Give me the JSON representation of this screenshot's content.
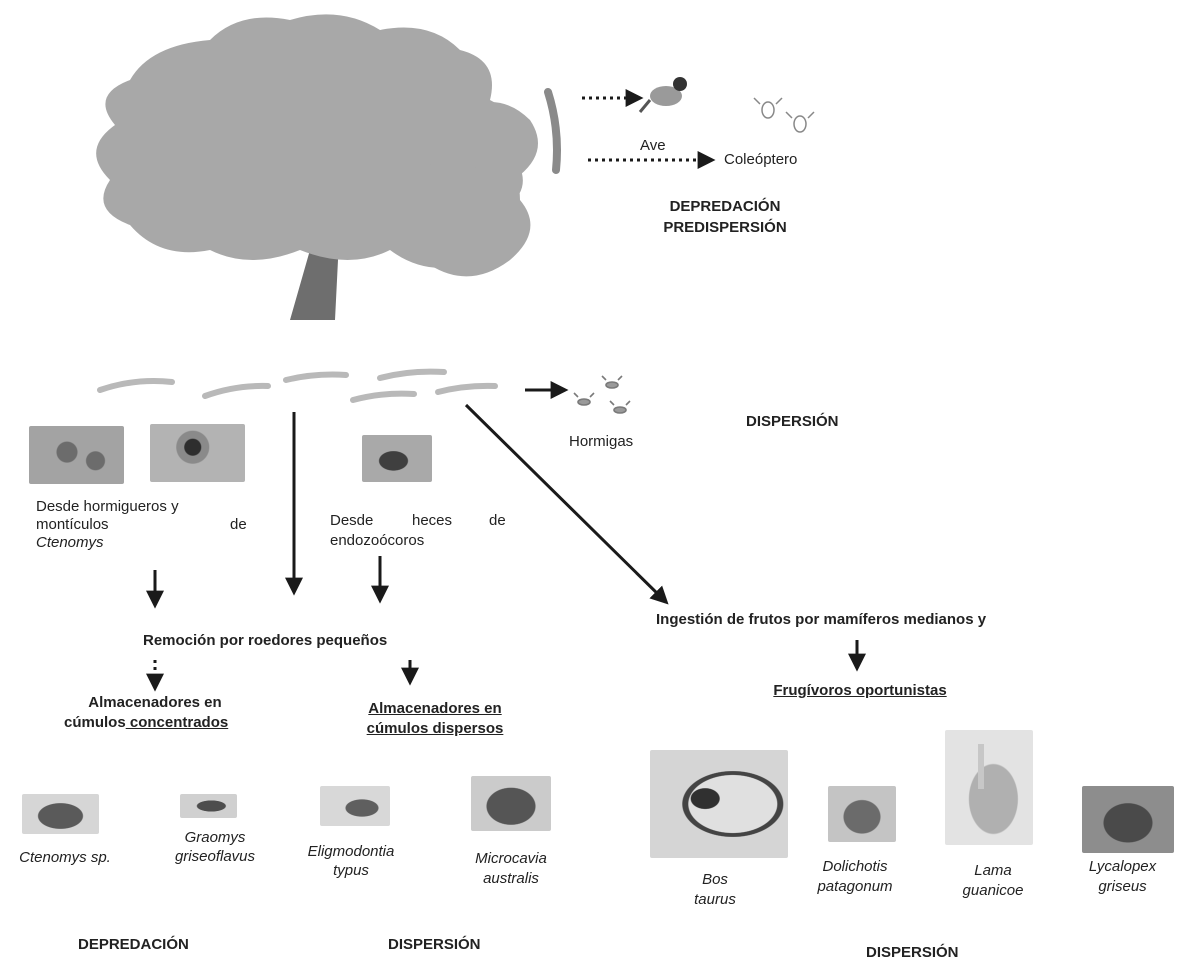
{
  "colors": {
    "tree": "#a8a8a8",
    "trunk": "#6e6e6e",
    "arrow": "#1a1a1a",
    "photo_bg": "#bdbdbd",
    "photo_dark": "#5f5f5f"
  },
  "predation_top": {
    "bird": "Ave",
    "beetle": "Coleóptero",
    "heading_line1": "DEPREDACIÓN",
    "heading_line2": "PREDISPERSIÓN"
  },
  "ants": {
    "label": "Hormigas",
    "heading": "DISPERSIÓN"
  },
  "sources": {
    "anthill_line1a": "Desde hormigueros y",
    "anthill_line2a": "montículos",
    "anthill_line2b": "de",
    "anthill_line3": "Ctenomys",
    "feces_line1a": "Desde",
    "feces_line1b": "heces",
    "feces_line1c": "de",
    "feces_line2": "endozoócoros"
  },
  "rodents": {
    "removal": "Remoción por roedores pequeños",
    "concentrated_line1": "Almacenadores en",
    "concentrated_line2a": "cúmulos",
    "concentrated_line2b": " concentrados",
    "dispersed_line1": "Almacenadores en",
    "dispersed_line2": "cúmulos dispersos",
    "species": [
      {
        "line1": "Ctenomys sp.",
        "line2": ""
      },
      {
        "line1": "Graomys",
        "line2": "griseoflavus"
      },
      {
        "line1": "Eligmodontia",
        "line2": "typus"
      },
      {
        "line1": "Microcavia",
        "line2": "australis"
      }
    ],
    "footer_left": "DEPREDACIÓN",
    "footer_right": "DISPERSIÓN"
  },
  "mammals": {
    "ingestion": "Ingestión de frutos por mamíferos medianos y",
    "frugivores": "Frugívoros oportunistas",
    "species": [
      {
        "line1": "Bos",
        "line2": "taurus"
      },
      {
        "line1": "Dolichotis",
        "line2": "patagonum"
      },
      {
        "line1": "Lama",
        "line2": "guanicoe"
      },
      {
        "line1": "Lycalopex",
        "line2": "griseus"
      }
    ],
    "footer": "DISPERSIÓN"
  }
}
